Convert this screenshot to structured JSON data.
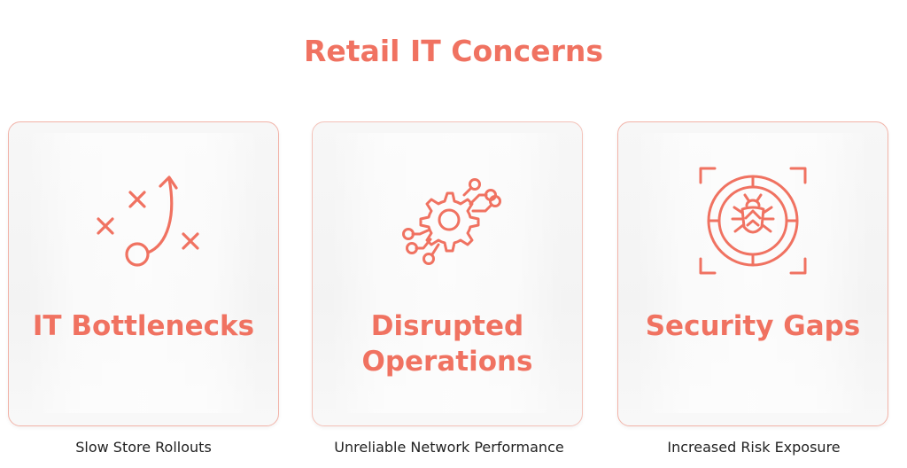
{
  "title": "Retail IT Concerns",
  "colors": {
    "accent": "#f07261",
    "card_border": "#f2b3a8",
    "card_bg": "#f5f5f5",
    "caption_text": "#222222"
  },
  "cards": [
    {
      "icon": "play-strategy-icon",
      "title": "IT Bottlenecks",
      "caption": "Slow Store Rollouts"
    },
    {
      "icon": "gear-network-icon",
      "title_line1": "Disrupted",
      "title_line2": "Operations",
      "caption": "Unreliable Network Performance"
    },
    {
      "icon": "bug-target-icon",
      "title": "Security Gaps",
      "caption": "Increased Risk Exposure"
    }
  ]
}
